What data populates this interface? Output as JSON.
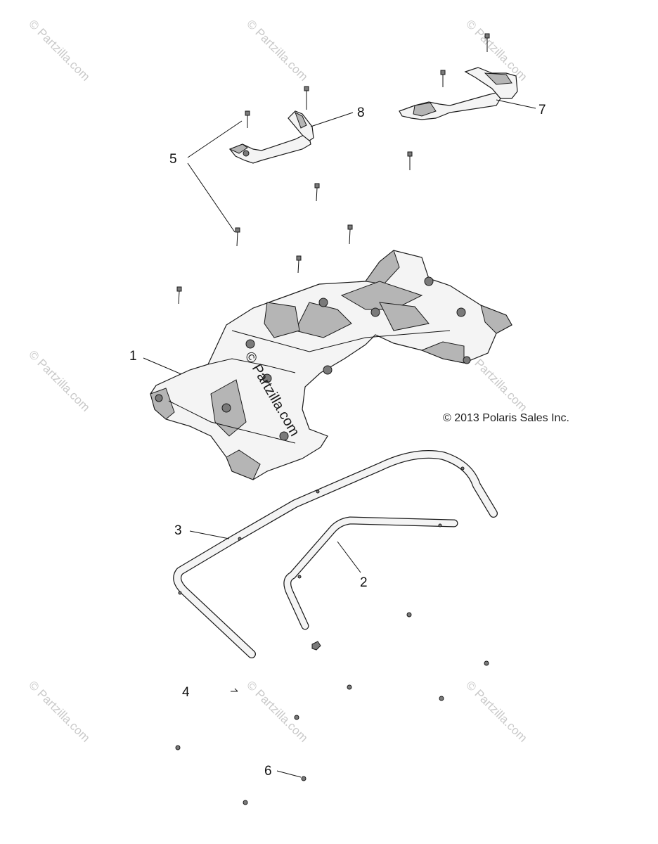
{
  "copyright": "© 2013 Polaris Sales Inc.",
  "watermark": "© Partzilla.com",
  "callouts": {
    "p1": "1",
    "p2": "2",
    "p3": "3",
    "p4": "4",
    "p5": "5",
    "p6": "6",
    "p7": "7",
    "p8": "8"
  }
}
